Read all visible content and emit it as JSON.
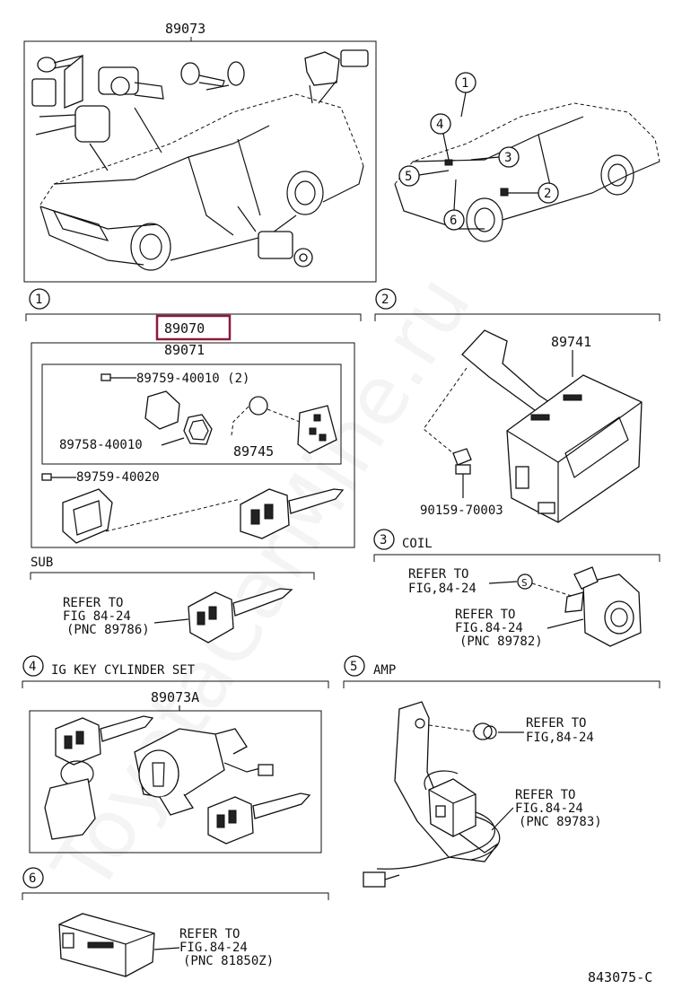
{
  "watermark": "ToyotaCarMine.ru",
  "highlight_color": "#8b1a3a",
  "overview": {
    "title": "89073",
    "callouts": [
      "1",
      "2",
      "3",
      "4",
      "5",
      "6"
    ]
  },
  "section1": {
    "num": "1",
    "title": "89070",
    "subtitle": "89071",
    "parts": {
      "p1": "89759-40010 (2)",
      "p2": "89758-40010",
      "p3": "89745",
      "p4": "89759-40020"
    }
  },
  "sub": {
    "title": "SUB",
    "ref1": "REFER TO",
    "ref2": "FIG 84-24",
    "ref3": "(PNC 89786)"
  },
  "section2": {
    "num": "2",
    "p1": "89741",
    "p2": "90159-70003"
  },
  "section3": {
    "num": "3",
    "title": "COIL",
    "refA1": "REFER TO",
    "refA2": "FIG,84-24",
    "refB1": "REFER TO",
    "refB2": "FIG.84-24",
    "refB3": "(PNC 89782)"
  },
  "section4": {
    "num": "4",
    "title": "IG KEY CYLINDER SET",
    "part": "89073A"
  },
  "section5": {
    "num": "5",
    "title": "AMP",
    "refA1": "REFER TO",
    "refA2": "FIG,84-24",
    "refB1": "REFER TO",
    "refB2": "FIG.84-24",
    "refB3": "(PNC 89783)"
  },
  "section6": {
    "num": "6",
    "ref1": "REFER TO",
    "ref2": "FIG.84-24",
    "ref3": "(PNC 81850Z)"
  },
  "footer_code": "843075-C"
}
